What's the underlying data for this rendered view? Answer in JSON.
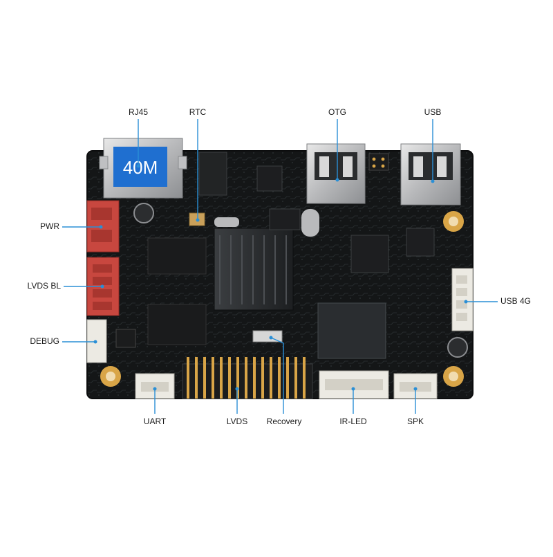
{
  "badge": {
    "text": "40M"
  },
  "labels": {
    "rj45": "RJ45",
    "rtc": "RTC",
    "otg": "OTG",
    "usb": "USB",
    "pwr": "PWR",
    "lvds_bl": "LVDS BL",
    "debug": "DEBUG",
    "usb_4g": "USB 4G",
    "uart": "UART",
    "lvds": "LVDS",
    "recovery": "Recovery",
    "ir_led": "IR-LED",
    "spk": "SPK"
  },
  "colors": {
    "pcb": "#141617",
    "pcb_trace": "#2b3033",
    "leader": "#2a8fd6",
    "badge": "#1f6fd0",
    "connector_red": "#c8473f",
    "connector_white": "#eceae3",
    "gold": "#d9a547"
  }
}
